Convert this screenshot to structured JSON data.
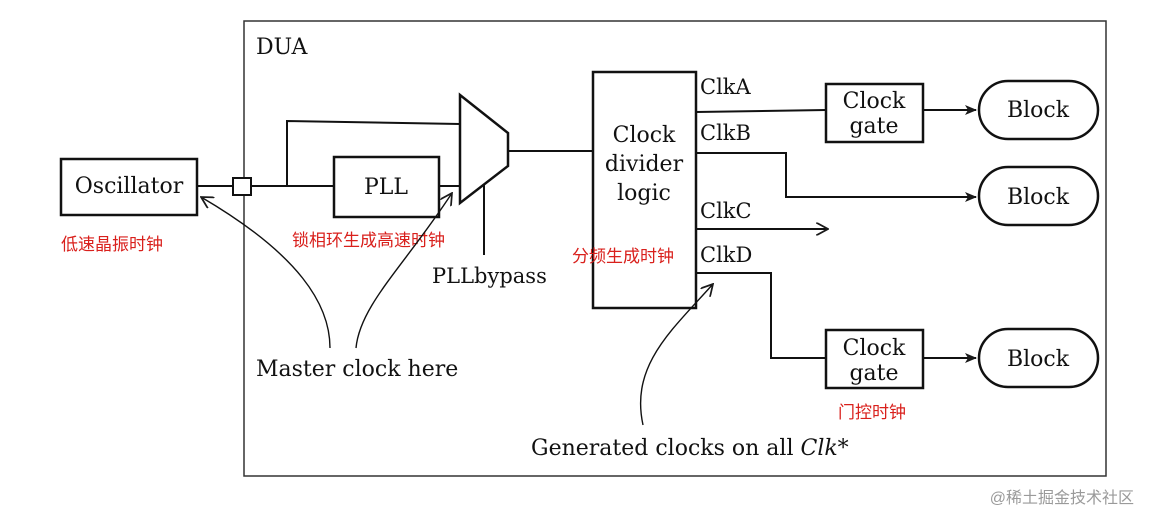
{
  "diagram": {
    "container_label": "DUA",
    "blocks": {
      "oscillator": "Oscillator",
      "pll": "PLL",
      "divider": [
        "Clock",
        "divider",
        "logic"
      ],
      "gate_top": [
        "Clock",
        "gate"
      ],
      "gate_bottom": [
        "Clock",
        "gate"
      ],
      "block_1": "Block",
      "block_2": "Block",
      "block_3": "Block"
    },
    "signals": {
      "clk_a": "ClkA",
      "clk_b": "ClkB",
      "clk_c": "ClkC",
      "clk_d": "ClkD",
      "pll_bypass": "PLLbypass"
    },
    "annotations": {
      "master_clock": "Master clock here",
      "generated_prefix": "Generated clocks on all ",
      "generated_italic": "Clk*"
    },
    "chinese_notes": {
      "oscillator": "低速晶振时钟",
      "pll": "锁相环生成高速时钟",
      "divider": "分频生成时钟",
      "gate": "门控时钟"
    },
    "watermark": "@稀土掘金技术社区",
    "colors": {
      "line": "#1a1a1a",
      "note": "#d9201c",
      "watermark": "#9a9a9a",
      "background": "#ffffff"
    }
  }
}
